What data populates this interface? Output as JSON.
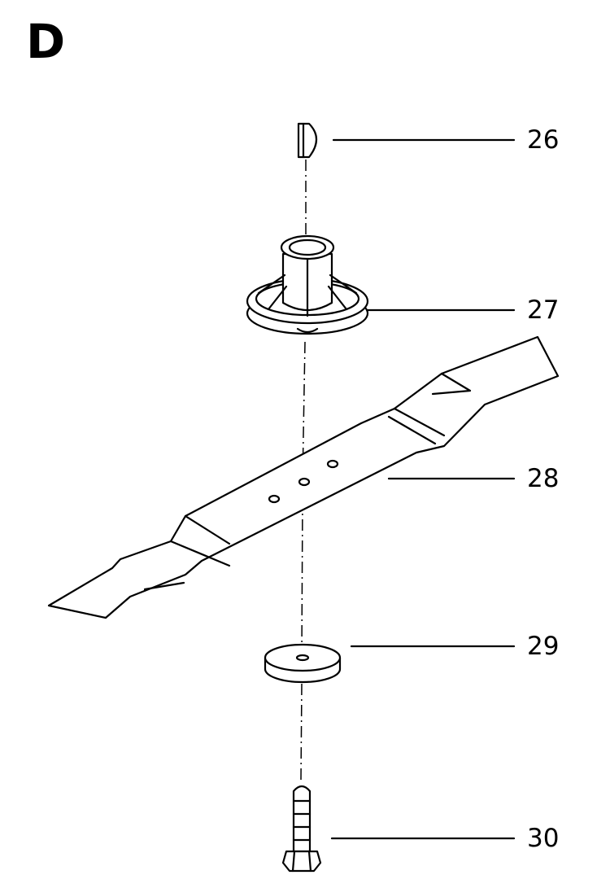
{
  "section_letter": "D",
  "parts": [
    {
      "number": "26",
      "name": "key-icon"
    },
    {
      "number": "27",
      "name": "blade-adapter-icon"
    },
    {
      "number": "28",
      "name": "blade-icon"
    },
    {
      "number": "29",
      "name": "washer-icon"
    },
    {
      "number": "30",
      "name": "bolt-icon"
    }
  ],
  "colors": {
    "ink": "#000000",
    "paper": "#ffffff"
  }
}
